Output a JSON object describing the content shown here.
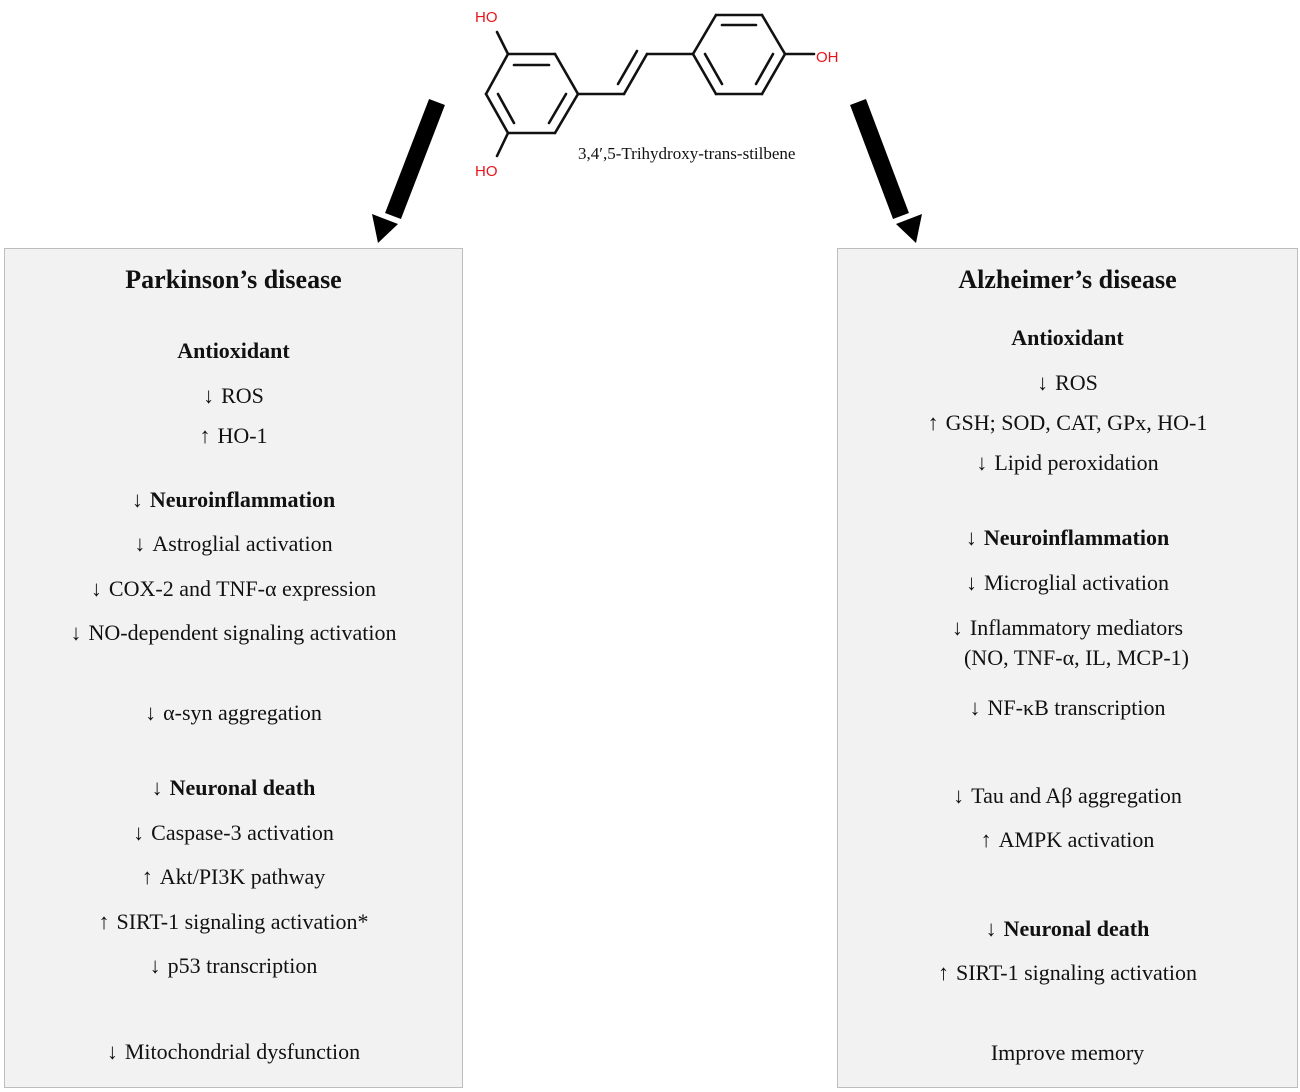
{
  "molecule": {
    "name": "3,4′,5-Trihydroxy-trans-stilbene",
    "oh_top": "HO",
    "oh_bottom": "HO",
    "oh_right": "OH"
  },
  "colors": {
    "hydroxyl": "#e8141b",
    "panel_bg": "#f2f2f2",
    "panel_border": "#bdbdbd",
    "arrow": "#000000"
  },
  "arrows": {
    "up": "↑",
    "down": "↓"
  },
  "parkinsons": {
    "title": "Parkinson’s disease",
    "lines": [
      {
        "dir": "",
        "text": "Antioxidant",
        "bold": true
      },
      {
        "dir": "down",
        "text": "ROS",
        "bold": false
      },
      {
        "dir": "up",
        "text": "HO-1",
        "bold": false
      },
      {
        "dir": "down",
        "text": "Neuroinflammation",
        "bold": true
      },
      {
        "dir": "down",
        "text": "Astroglial activation",
        "bold": false
      },
      {
        "dir": "down",
        "text": "COX-2 and TNF-α expression",
        "bold": false
      },
      {
        "dir": "down",
        "text": "NO-dependent signaling activation",
        "bold": false
      },
      {
        "dir": "down",
        "text": "α-syn aggregation",
        "bold": false
      },
      {
        "dir": "down",
        "text": "Neuronal death",
        "bold": true
      },
      {
        "dir": "down",
        "text": "Caspase-3 activation",
        "bold": false
      },
      {
        "dir": "up",
        "text": "Akt/PI3K pathway",
        "bold": false
      },
      {
        "dir": "up",
        "text": "SIRT-1 signaling activation*",
        "bold": false
      },
      {
        "dir": "down",
        "text": "p53 transcription",
        "bold": false
      },
      {
        "dir": "down",
        "text": "Mitochondrial dysfunction",
        "bold": false
      }
    ]
  },
  "alzheimers": {
    "title": "Alzheimer’s disease",
    "lines": [
      {
        "dir": "",
        "text": "Antioxidant",
        "bold": true
      },
      {
        "dir": "down",
        "text": "ROS",
        "bold": false
      },
      {
        "dir": "up",
        "text": "GSH; SOD, CAT, GPx, HO-1",
        "bold": false
      },
      {
        "dir": "down",
        "text": "Lipid peroxidation",
        "bold": false
      },
      {
        "dir": "down",
        "text": "Neuroinflammation",
        "bold": true
      },
      {
        "dir": "down",
        "text": "Microglial activation",
        "bold": false
      },
      {
        "dir": "down",
        "text": "Inflammatory mediators",
        "bold": false
      },
      {
        "dir": "",
        "text": "(NO, TNF-α, IL, MCP-1)",
        "bold": false
      },
      {
        "dir": "down",
        "text": "NF-κB transcription",
        "bold": false
      },
      {
        "dir": "down",
        "text": "Tau and Aβ aggregation",
        "bold": false
      },
      {
        "dir": "up",
        "text": "AMPK activation",
        "bold": false
      },
      {
        "dir": "down",
        "text": "Neuronal death",
        "bold": true
      },
      {
        "dir": "up",
        "text": "SIRT-1 signaling activation",
        "bold": false
      },
      {
        "dir": "",
        "text": "Improve memory",
        "bold": false
      }
    ]
  }
}
